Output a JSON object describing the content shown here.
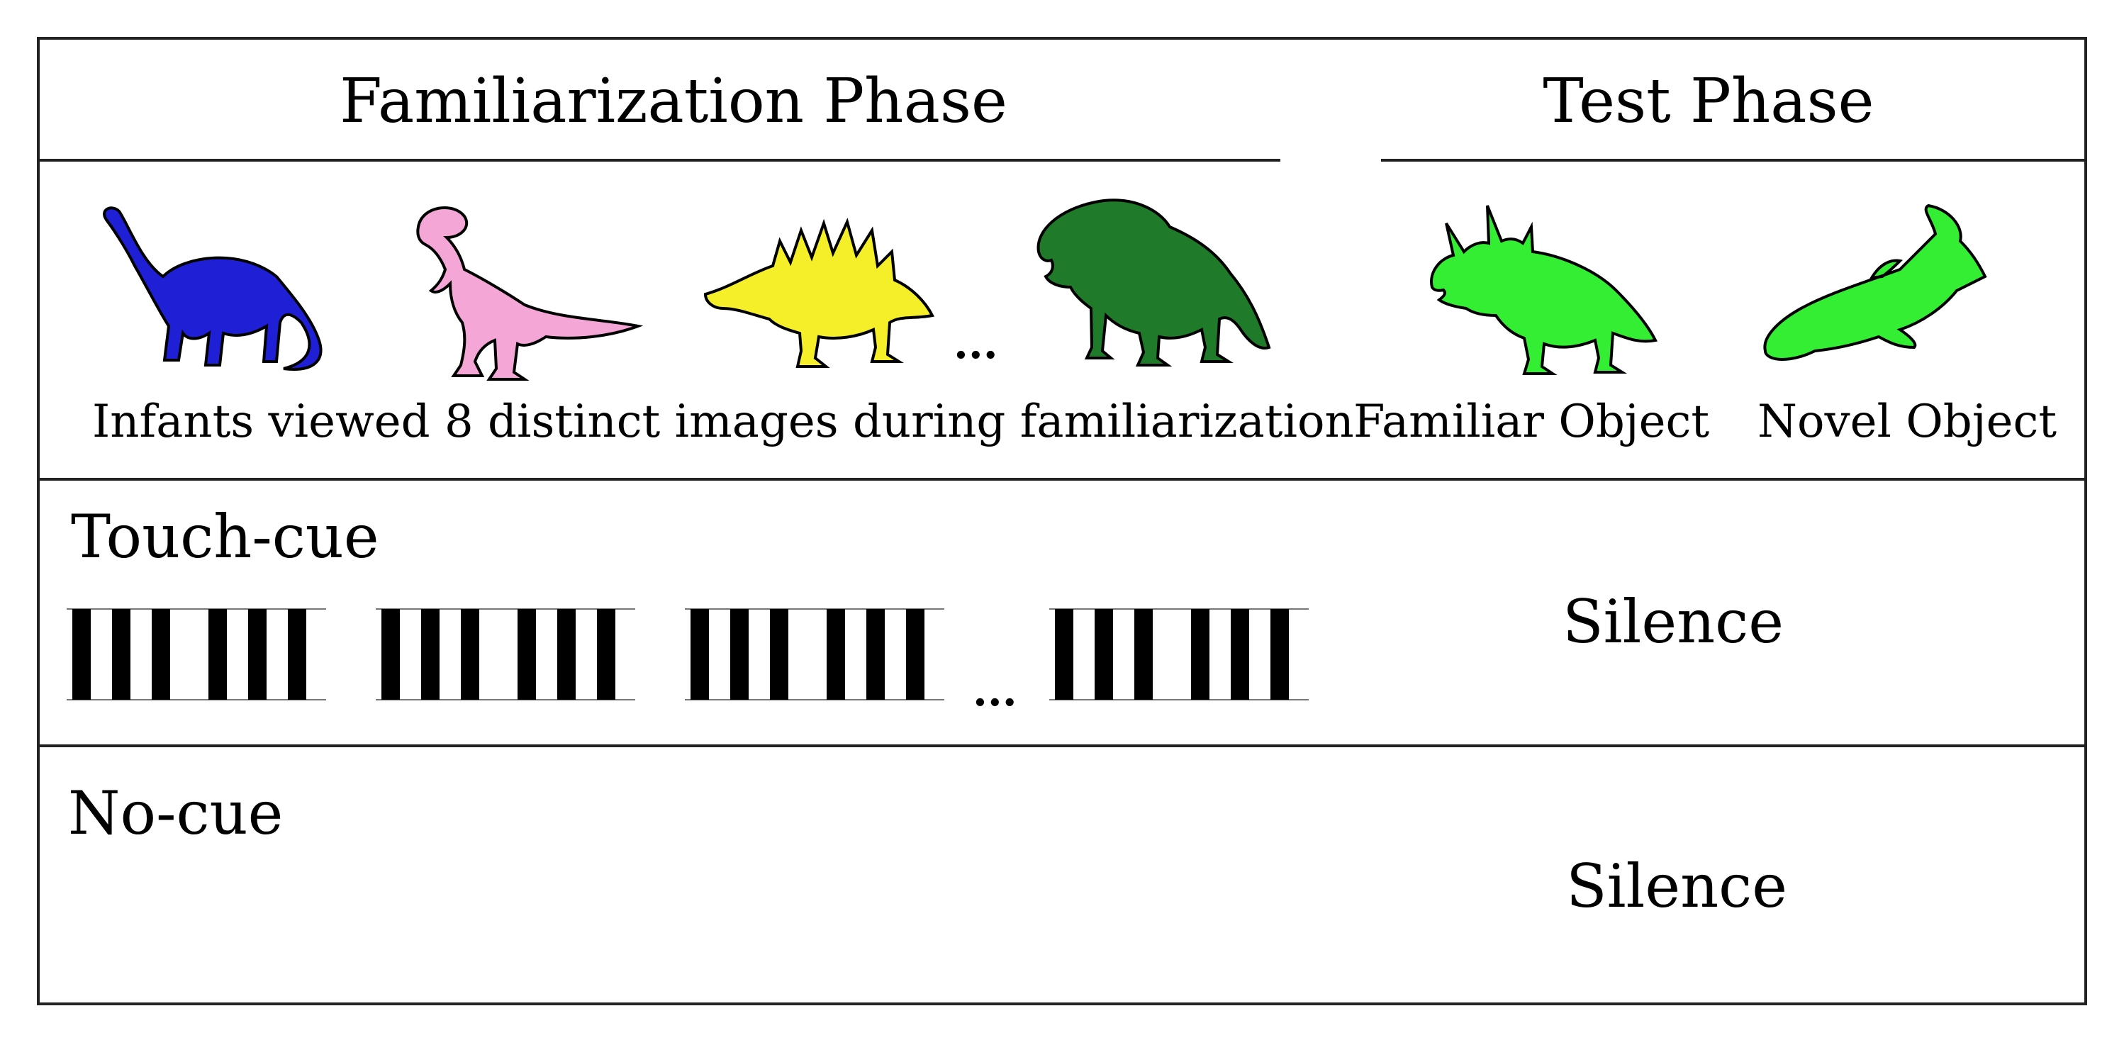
{
  "header": {
    "familiarization_title": "Familiarization Phase",
    "test_title": "Test Phase"
  },
  "stimuli": {
    "familiarization_images": [
      {
        "name": "brontosaurus",
        "color": "#1f1fd6"
      },
      {
        "name": "tyrannosaurus",
        "color": "#f4a6d6"
      },
      {
        "name": "stegosaurus",
        "color": "#f5ef2a"
      },
      {
        "name": "protoceratops",
        "color": "#1f7a2a"
      }
    ],
    "ellipsis": "...",
    "familiarization_caption": "Infants viewed 8 distinct images during familiarization",
    "test_images": [
      {
        "name": "triceratops",
        "color": "#33ee33"
      },
      {
        "name": "fish",
        "color": "#33ee33"
      }
    ],
    "familiar_label": "Familiar Object",
    "novel_label": "Novel Object"
  },
  "conditions": [
    {
      "label": "Touch-cue",
      "test_audio": "Silence",
      "ellipsis": "..."
    },
    {
      "label": "No-cue",
      "test_audio": "Silence"
    }
  ],
  "colors": {
    "border": "#222222",
    "bar": "#000000"
  }
}
